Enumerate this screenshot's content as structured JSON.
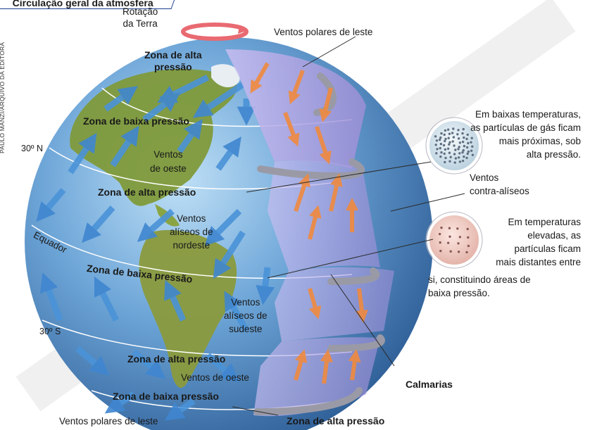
{
  "title": "Circulação geral da atmosfera",
  "credit": "PAULO MANZI/ARQUIVO DA EDITORA",
  "labels": {
    "rotation_line1": "Rotação",
    "rotation_line2": "da Terra",
    "polar_easterlies_top": "Ventos polares de leste",
    "high_pressure_top_1": "Zona de alta",
    "high_pressure_top_2": "pressão",
    "low_pressure_north": "Zona de baixa pressão",
    "westerlies_north_1": "Ventos",
    "westerlies_north_2": "de oeste",
    "lat_30n": "30º N",
    "high_pressure_30n": "Zona de alta pressão",
    "ne_trades_1": "Ventos",
    "ne_trades_2": "alíseos de",
    "ne_trades_3": "nordeste",
    "equator": "Equador",
    "low_pressure_equator": "Zona de baixa pressão",
    "se_trades_1": "Ventos",
    "se_trades_2": "alíseos de",
    "se_trades_3": "sudeste",
    "lat_30s": "30º S",
    "high_pressure_30s": "Zona de alta pressão",
    "westerlies_south": "Ventos de oeste",
    "low_pressure_south": "Zona de baixa pressão",
    "polar_easterlies_bottom": "Ventos polares de leste",
    "high_pressure_bottom": "Zona de alta pressão",
    "calms": "Calmarias",
    "antitrades_1": "Ventos",
    "antitrades_2": "contra-alíseos",
    "cold_1": "Em baixas temperaturas,",
    "cold_2": "as partículas de gás ficam",
    "cold_3": "mais próximas, sob",
    "cold_4": "alta pressão.",
    "warm_1": "Em temperaturas",
    "warm_2": "elevadas, as",
    "warm_3": "partículas ficam",
    "warm_4": "mais distantes entre",
    "warm_5": "si, constituindo áreas de",
    "warm_6": "baixa pressão."
  },
  "colors": {
    "ocean": "#5e9ad0",
    "land": "#8a9a3c",
    "wind_arrow": "#4a90d6",
    "cell_arrow": "#f08a3e",
    "cell_band": "#b3a6e0",
    "rotation_arrow": "#e96a72",
    "watermark": "#dddddd"
  },
  "icons": [
    "rotation-arrow-icon",
    "high-pressure-particles-icon",
    "low-pressure-particles-icon"
  ]
}
